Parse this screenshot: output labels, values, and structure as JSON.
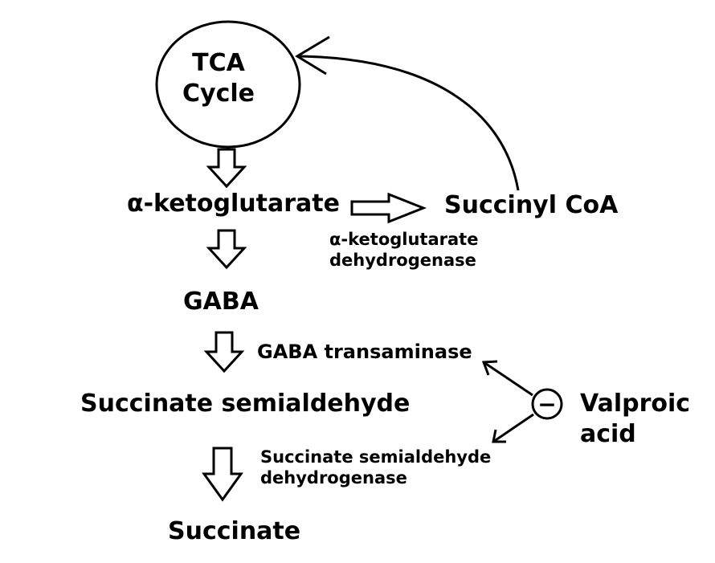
{
  "nodes": {
    "tca_line1": "TCA",
    "tca_line2": "Cycle",
    "alpha_kg": "α-ketoglutarate",
    "succinyl_coa": "Succinyl CoA",
    "gaba": "GABA",
    "succinate_semialdehyde": "Succinate semialdehyde",
    "succinate": "Succinate",
    "valproic_line1": "Valproic",
    "valproic_line2": "acid"
  },
  "enzymes": {
    "akgdh_line1": "α-ketoglutarate",
    "akgdh_line2": "dehydrogenase",
    "gaba_transaminase": "GABA transaminase",
    "ssadh_line1": "Succinate semialdehyde",
    "ssadh_line2": "dehydrogenase"
  },
  "inhibitor_symbol": "−"
}
